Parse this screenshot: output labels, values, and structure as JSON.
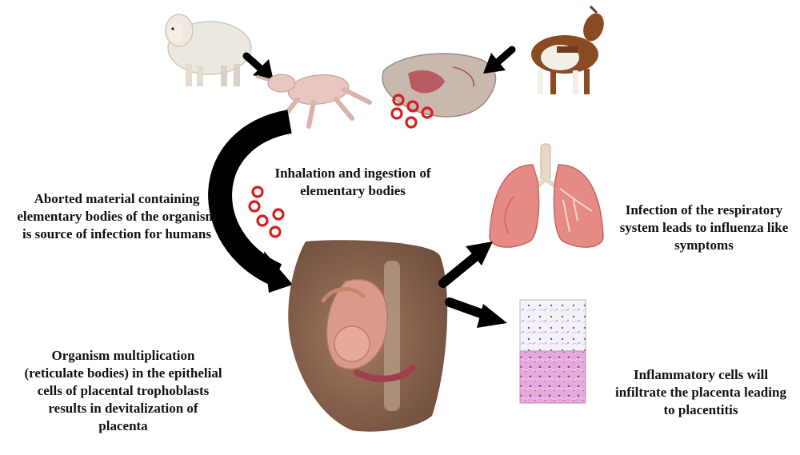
{
  "labels": {
    "inhalation": "Inhalation and ingestion of elementary bodies",
    "aborted_material": "Aborted material containing elementary bodies of the organism is source of infection for humans",
    "respiratory": "Infection of the respiratory system leads to influenza like symptoms",
    "multiplication": "Organism multiplication (reticulate bodies) in the epithelial cells of placental trophoblasts results in devitalization of placenta",
    "inflammatory": "Inflammatory cells will infiltrate the placenta leading to placentitis"
  },
  "colors": {
    "arrow": "#000000",
    "elementary_body": "#d42020",
    "lung": "#e58a84",
    "lung_dark": "#c9645e",
    "skin": "#8b6450",
    "fetus": "#d99a8a",
    "placenta_stain": "#d98ac8",
    "goat_brown": "#8a4a22"
  },
  "icons": [
    "sheep-icon",
    "goat-icon",
    "aborted-lamb-icon",
    "placenta-tissue-icon",
    "elementary-bodies-icon",
    "lungs-icon",
    "pregnant-abdomen-icon",
    "histology-slide-icon"
  ]
}
